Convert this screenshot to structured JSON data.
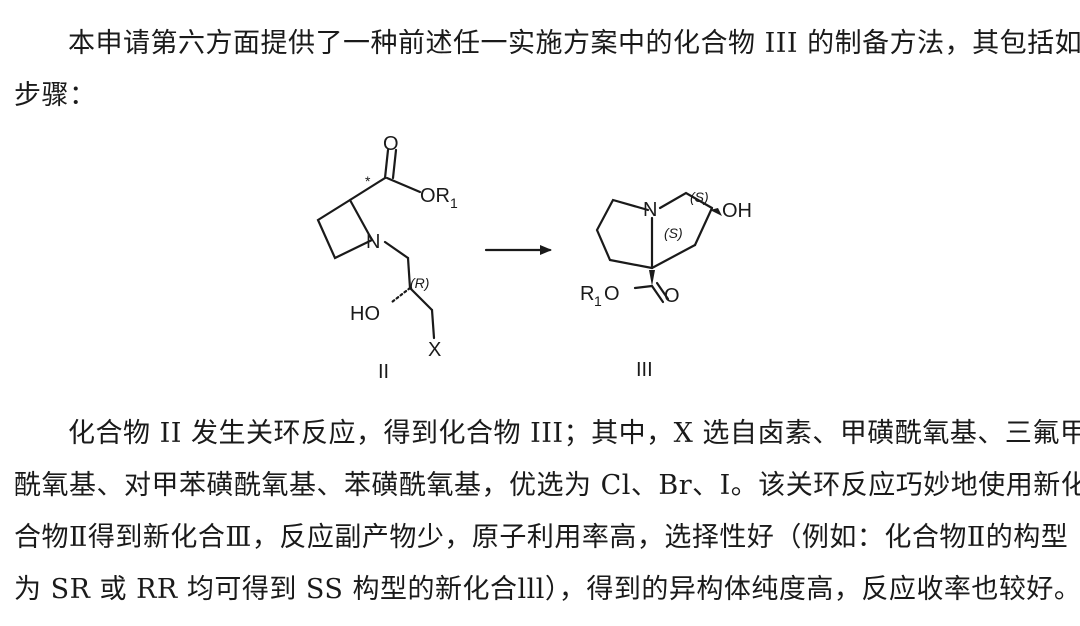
{
  "intro": {
    "line1": "本申请第六方面提供了一种前述任一实施方案中的化合物 III 的制备方法，其包括如下",
    "line2": "步骤："
  },
  "scheme": {
    "reactant_label": "II",
    "product_label": "III",
    "atoms": {
      "r_carbonyl_o": "O",
      "r_ester": "OR",
      "r_ester_sub": "1",
      "r_n": "N",
      "r_stereo": "(R)",
      "r_ho": "HO",
      "r_x": "X",
      "r_star": "*",
      "p_n": "N",
      "p_stereo1": "(S)",
      "p_stereo2": "(S)",
      "p_oh": "OH",
      "p_r": "R",
      "p_r_sub": "1",
      "p_o_ester": "O",
      "p_carbonyl_o": "O"
    }
  },
  "body": {
    "line1": "化合物 II 发生关环反应，得到化合物 III；其中，X 选自卤素、甲磺酰氧基、三氟甲磺",
    "line2": "酰氧基、对甲苯磺酰氧基、苯磺酰氧基，优选为 Cl、Br、I。该关环反应巧妙地使用新化",
    "line3": "合物Ⅱ得到新化合Ⅲ，反应副产物少，原子利用率高，选择性好（例如：化合物Ⅱ的构型",
    "line4": "为 SR 或 RR 均可得到 SS 构型的新化合lll），得到的异构体纯度高，反应收率也较好。"
  }
}
